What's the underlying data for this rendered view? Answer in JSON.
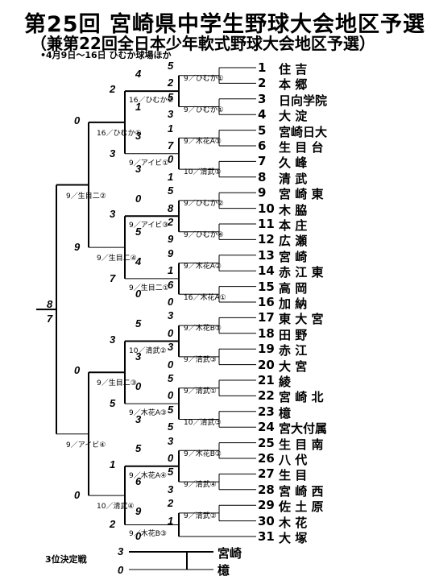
{
  "title": "第25回 宮崎県中学生野球大会地区予選",
  "subtitle": "（兼第22回全日本少年軟式野球大会地区予選）",
  "dates": "•4月9日～16日 ひむか球場ほか",
  "teams": [
    {
      "num": "1",
      "name": "住 吉"
    },
    {
      "num": "2",
      "name": "本 郷"
    },
    {
      "num": "3",
      "name": "日向学院"
    },
    {
      "num": "4",
      "name": "大 淀"
    },
    {
      "num": "5",
      "name": "宮崎日大"
    },
    {
      "num": "6",
      "name": "生 目 台"
    },
    {
      "num": "7",
      "name": "久 峰"
    },
    {
      "num": "8",
      "name": "清 武"
    },
    {
      "num": "9",
      "name": "宮 崎 東"
    },
    {
      "num": "10",
      "name": "木 脇"
    },
    {
      "num": "11",
      "name": "本 庄"
    },
    {
      "num": "12",
      "name": "広 瀬"
    },
    {
      "num": "13",
      "name": "宮 崎"
    },
    {
      "num": "14",
      "name": "赤 江 東"
    },
    {
      "num": "15",
      "name": "高 岡"
    },
    {
      "num": "16",
      "name": "加 納"
    },
    {
      "num": "17",
      "name": "東 大 宮"
    },
    {
      "num": "18",
      "name": "田 野"
    },
    {
      "num": "19",
      "name": "赤 江"
    },
    {
      "num": "20",
      "name": "大 宮"
    },
    {
      "num": "21",
      "name": "綾"
    },
    {
      "num": "22",
      "name": "宮 崎 北"
    },
    {
      "num": "23",
      "name": "檍"
    },
    {
      "num": "24",
      "name": "宮大付属"
    },
    {
      "num": "25",
      "name": "生 目 南"
    },
    {
      "num": "26",
      "name": "八 代"
    },
    {
      "num": "27",
      "name": "生 目"
    },
    {
      "num": "28",
      "name": "宮 崎 西"
    },
    {
      "num": "29",
      "name": "佐 土 原"
    },
    {
      "num": "30",
      "name": "木 花"
    },
    {
      "num": "31",
      "name": "大 塚"
    }
  ],
  "scores": [
    "5",
    "2",
    "5",
    "3",
    "1",
    "7",
    "0",
    "1",
    "5",
    "8",
    "2",
    "9",
    "9",
    "1",
    "6",
    "0",
    "3",
    "0",
    "3",
    "0",
    "5",
    "0",
    "5",
    "5",
    "3",
    "0",
    "5",
    "3",
    "2",
    "1",
    "4",
    "1",
    "3",
    "3",
    "0",
    "5",
    "4",
    "0",
    "5",
    "3",
    "0",
    "3",
    "5",
    "6",
    "9",
    "0",
    "2",
    "3",
    "3",
    "7",
    "3",
    "5",
    "1",
    "2",
    "0",
    "9",
    "0",
    "0",
    "8",
    "7",
    "0",
    "3"
  ],
  "match_labels": [
    "9／ひむか①",
    "9／ひむか①",
    "9／木花A①",
    "10／清武①",
    "9／ひむか②",
    "9／ひむか④",
    "9／木花A②",
    "16／木花A①",
    "9／木花B①",
    "9／清武③",
    "9／清武①",
    "10／清武③",
    "9／木花B②",
    "9／清武④",
    "9／清武②",
    "16／ひむか②",
    "9／アイビ①",
    "9／アイビ③",
    "9／生目二①",
    "10／清武②",
    "9／木花A③",
    "9／木花A④",
    "9／木花B③",
    "16／ひむか①",
    "9／生目二④",
    "9／生目二③",
    "10／清武④",
    "9／生目二②",
    "9／アイビ④",
    "9／アイビ②"
  ],
  "third_place": {
    "label": "3位決定戦",
    "score_top": "3",
    "score_bottom": "0",
    "team_top": "宮崎",
    "team_bottom": "檍"
  }
}
